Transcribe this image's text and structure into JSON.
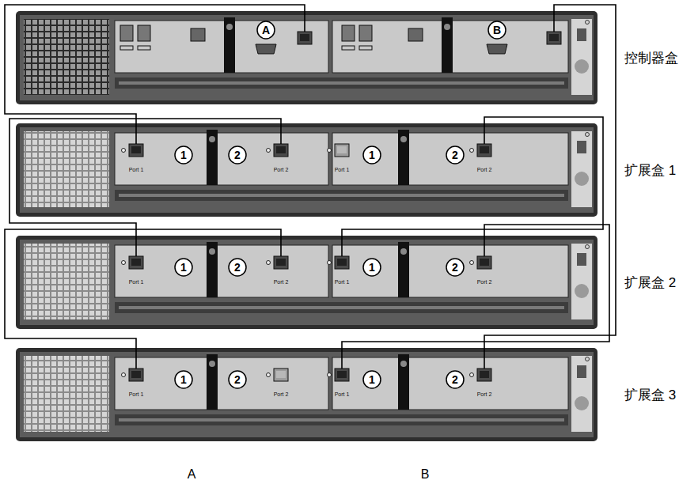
{
  "diagram": {
    "nodes": [
      {
        "text": [
          "控制器盒"
        ]
      },
      {
        "text": [
          "扩展盒 1"
        ]
      },
      {
        "text": [
          "扩展盒 2"
        ]
      },
      {
        "text": [
          "扩展盒 3"
        ]
      }
    ],
    "edges": [
      {
        "from": 0,
        "to": 1,
        "arrow": "none"
      },
      {
        "from": 1,
        "to": 2,
        "arrow": "none"
      },
      {
        "from": 2,
        "to": 3,
        "arrow": "none"
      },
      {
        "from": 0,
        "to": 3,
        "arrow": "none"
      },
      {
        "from": 3,
        "to": 2,
        "arrow": "none"
      },
      {
        "from": 2,
        "to": 1,
        "arrow": "none"
      }
    ],
    "labels": [
      "A",
      "B",
      "1",
      "Port 1",
      "2",
      "Port 2",
      "1",
      "Port 1",
      "2",
      "Port 2",
      "1",
      "Port 1",
      "2",
      "Port 2",
      "1",
      "Port 1",
      "2",
      "Port 2",
      "1",
      "Port 1",
      "2",
      "Port 2",
      "1",
      "Port 1",
      "2",
      "Port 2",
      "A",
      "B"
    ]
  }
}
